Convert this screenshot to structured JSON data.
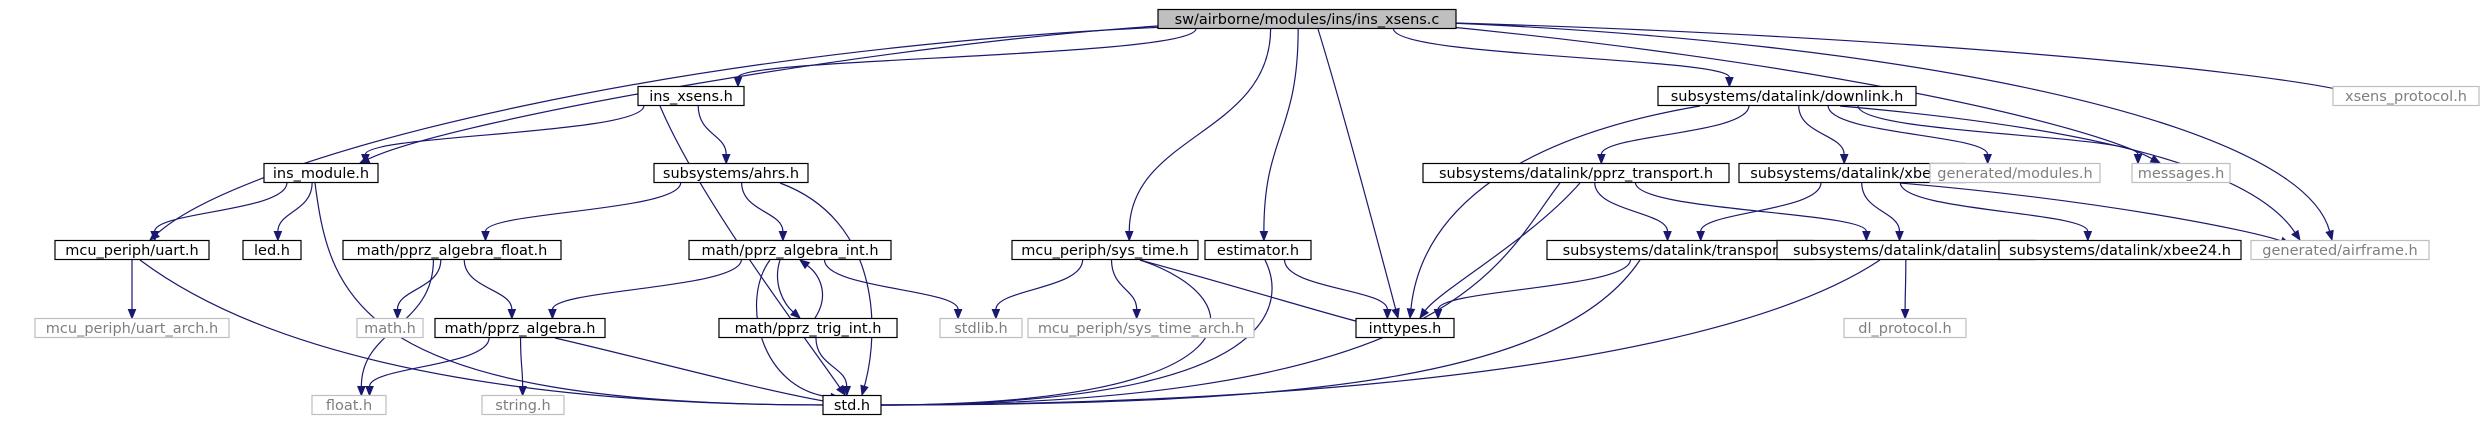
{
  "colors": {
    "edge": "#191970",
    "root_fill": "#bfbfbf",
    "node_border": "#000000",
    "external_border": "#bfbfbf",
    "external_text": "#7f7f7f",
    "text": "#000000"
  },
  "nodes": [
    {
      "id": "root",
      "label": "sw/airborne/modules/ins/ins_xsens.c",
      "kind": "root"
    },
    {
      "id": "ins_xsens_h",
      "label": "ins_xsens.h",
      "kind": "normal"
    },
    {
      "id": "ins_module_h",
      "label": "ins_module.h",
      "kind": "normal"
    },
    {
      "id": "uart_h",
      "label": "mcu_periph/uart.h",
      "kind": "normal"
    },
    {
      "id": "led_h",
      "label": "led.h",
      "kind": "normal"
    },
    {
      "id": "uart_arch_h",
      "label": "mcu_periph/uart_arch.h",
      "kind": "external"
    },
    {
      "id": "std_h",
      "label": "std.h",
      "kind": "normal"
    },
    {
      "id": "ahrs_h",
      "label": "subsystems/ahrs.h",
      "kind": "normal"
    },
    {
      "id": "algebra_float_h",
      "label": "math/pprz_algebra_float.h",
      "kind": "normal"
    },
    {
      "id": "math_h",
      "label": "math.h",
      "kind": "external"
    },
    {
      "id": "algebra_h",
      "label": "math/pprz_algebra.h",
      "kind": "normal"
    },
    {
      "id": "float_h",
      "label": "float.h",
      "kind": "external"
    },
    {
      "id": "string_h",
      "label": "string.h",
      "kind": "external"
    },
    {
      "id": "algebra_int_h",
      "label": "math/pprz_algebra_int.h",
      "kind": "normal"
    },
    {
      "id": "trig_int_h",
      "label": "math/pprz_trig_int.h",
      "kind": "normal"
    },
    {
      "id": "stdlib_h",
      "label": "stdlib.h",
      "kind": "external"
    },
    {
      "id": "sys_time_h",
      "label": "mcu_periph/sys_time.h",
      "kind": "normal"
    },
    {
      "id": "sys_time_arch_h",
      "label": "mcu_periph/sys_time_arch.h",
      "kind": "external"
    },
    {
      "id": "estimator_h",
      "label": "estimator.h",
      "kind": "normal"
    },
    {
      "id": "inttypes_h",
      "label": "inttypes.h",
      "kind": "normal"
    },
    {
      "id": "downlink_h",
      "label": "subsystems/datalink/downlink.h",
      "kind": "normal"
    },
    {
      "id": "pprz_transport_h",
      "label": "subsystems/datalink/pprz_transport.h",
      "kind": "normal"
    },
    {
      "id": "transport_h",
      "label": "subsystems/datalink/transport.h",
      "kind": "normal"
    },
    {
      "id": "xbee_h",
      "label": "subsystems/datalink/xbee.h",
      "kind": "normal"
    },
    {
      "id": "datalink_h",
      "label": "subsystems/datalink/datalink.h",
      "kind": "normal"
    },
    {
      "id": "dl_protocol_h",
      "label": "dl_protocol.h",
      "kind": "external"
    },
    {
      "id": "generated_modules_h",
      "label": "generated/modules.h",
      "kind": "external"
    },
    {
      "id": "messages_h",
      "label": "messages.h",
      "kind": "external"
    },
    {
      "id": "xbee24_h",
      "label": "subsystems/datalink/xbee24.h",
      "kind": "normal"
    },
    {
      "id": "airframe_h",
      "label": "generated/airframe.h",
      "kind": "external"
    },
    {
      "id": "xsens_protocol_h",
      "label": "xsens_protocol.h",
      "kind": "external"
    }
  ],
  "edges": [
    [
      "root",
      "ins_xsens_h"
    ],
    [
      "root",
      "ins_module_h"
    ],
    [
      "root",
      "uart_h"
    ],
    [
      "root",
      "sys_time_h"
    ],
    [
      "root",
      "estimator_h"
    ],
    [
      "root",
      "inttypes_h"
    ],
    [
      "root",
      "downlink_h"
    ],
    [
      "root",
      "messages_h"
    ],
    [
      "root",
      "airframe_h"
    ],
    [
      "root",
      "xsens_protocol_h"
    ],
    [
      "ins_xsens_h",
      "ins_module_h"
    ],
    [
      "ins_xsens_h",
      "ahrs_h"
    ],
    [
      "ins_xsens_h",
      "std_h"
    ],
    [
      "ins_module_h",
      "uart_h"
    ],
    [
      "ins_module_h",
      "led_h"
    ],
    [
      "ins_module_h",
      "std_h"
    ],
    [
      "uart_h",
      "uart_arch_h"
    ],
    [
      "uart_h",
      "std_h"
    ],
    [
      "ahrs_h",
      "algebra_float_h"
    ],
    [
      "ahrs_h",
      "algebra_int_h"
    ],
    [
      "ahrs_h",
      "std_h"
    ],
    [
      "algebra_float_h",
      "math_h"
    ],
    [
      "algebra_float_h",
      "algebra_h"
    ],
    [
      "algebra_float_h",
      "float_h"
    ],
    [
      "algebra_h",
      "float_h"
    ],
    [
      "algebra_h",
      "string_h"
    ],
    [
      "algebra_h",
      "std_h"
    ],
    [
      "algebra_int_h",
      "algebra_h"
    ],
    [
      "algebra_int_h",
      "trig_int_h"
    ],
    [
      "algebra_int_h",
      "stdlib_h"
    ],
    [
      "algebra_int_h",
      "std_h"
    ],
    [
      "trig_int_h",
      "algebra_int_h"
    ],
    [
      "trig_int_h",
      "std_h"
    ],
    [
      "sys_time_h",
      "stdlib_h"
    ],
    [
      "sys_time_h",
      "sys_time_arch_h"
    ],
    [
      "sys_time_h",
      "inttypes_h"
    ],
    [
      "sys_time_h",
      "std_h"
    ],
    [
      "estimator_h",
      "inttypes_h"
    ],
    [
      "estimator_h",
      "std_h"
    ],
    [
      "downlink_h",
      "pprz_transport_h"
    ],
    [
      "downlink_h",
      "xbee_h"
    ],
    [
      "downlink_h",
      "generated_modules_h"
    ],
    [
      "downlink_h",
      "messages_h"
    ],
    [
      "downlink_h",
      "airframe_h"
    ],
    [
      "downlink_h",
      "inttypes_h"
    ],
    [
      "pprz_transport_h",
      "transport_h"
    ],
    [
      "pprz_transport_h",
      "datalink_h"
    ],
    [
      "pprz_transport_h",
      "inttypes_h"
    ],
    [
      "pprz_transport_h",
      "std_h"
    ],
    [
      "xbee_h",
      "transport_h"
    ],
    [
      "xbee_h",
      "datalink_h"
    ],
    [
      "xbee_h",
      "xbee24_h"
    ],
    [
      "xbee_h",
      "airframe_h"
    ],
    [
      "transport_h",
      "inttypes_h"
    ],
    [
      "transport_h",
      "std_h"
    ],
    [
      "datalink_h",
      "dl_protocol_h"
    ],
    [
      "datalink_h",
      "std_h"
    ]
  ]
}
